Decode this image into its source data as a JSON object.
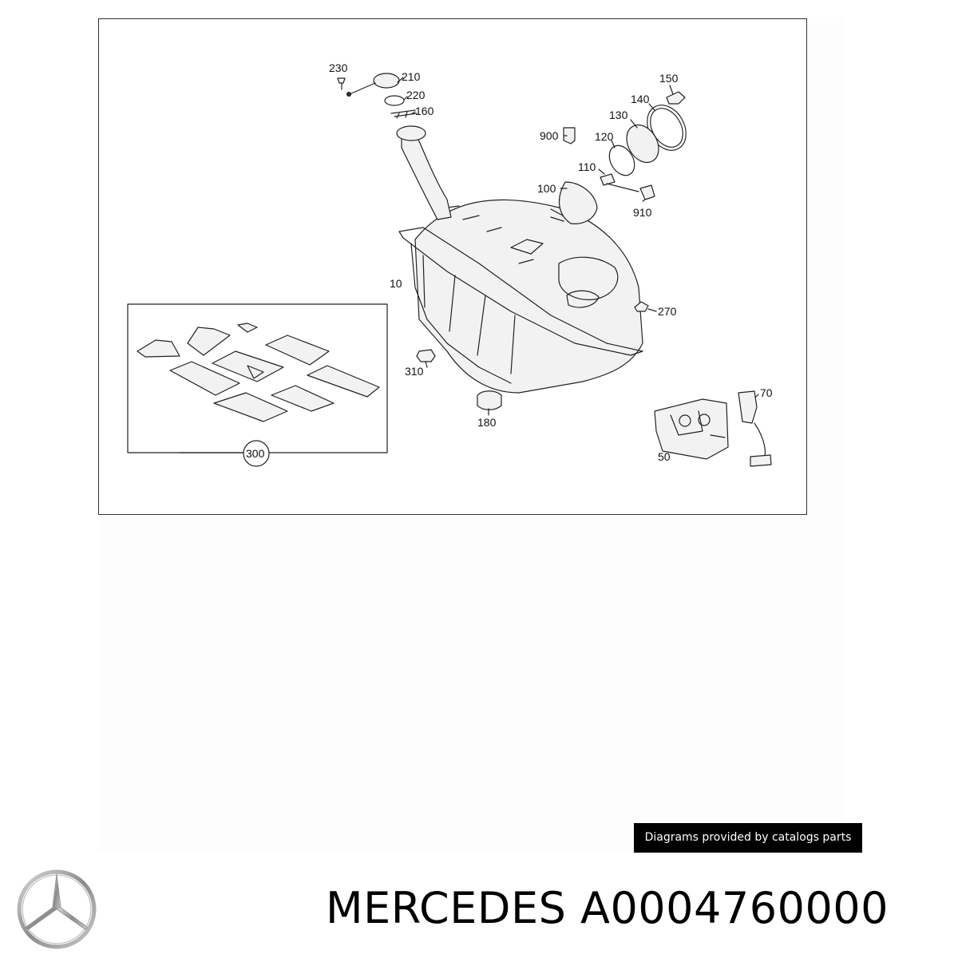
{
  "diagram": {
    "callouts": {
      "c230": "230",
      "c210": "210",
      "c220": "220",
      "c160": "160",
      "c150": "150",
      "c140": "140",
      "c130": "130",
      "c900": "900",
      "c120": "120",
      "c110": "110",
      "c100": "100",
      "c910": "910",
      "c10": "10",
      "c270": "270",
      "c310": "310",
      "c180": "180",
      "c70": "70",
      "c50": "50",
      "c300": "300"
    }
  },
  "caption": {
    "text": "Diagrams provided by catalogs parts"
  },
  "brand": {
    "title": "MERCEDES A0004760000",
    "logo_icon": "mercedes-star-icon"
  }
}
